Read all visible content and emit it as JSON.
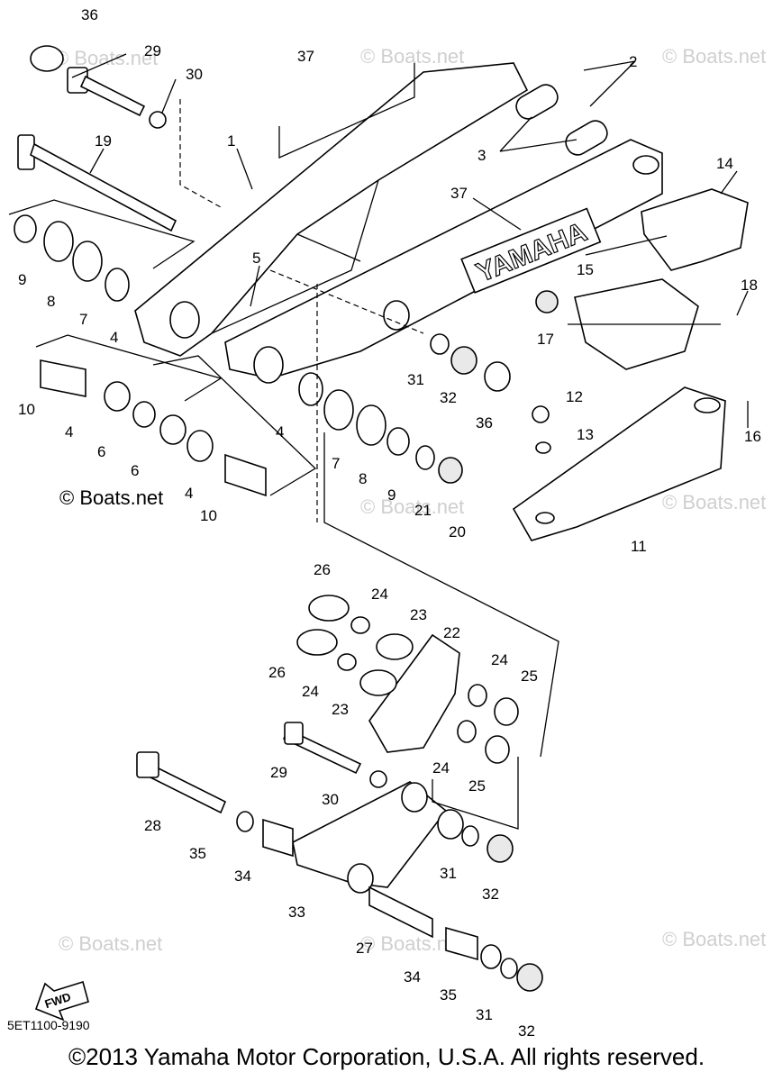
{
  "callouts": {
    "c1": "1",
    "c2": "2",
    "c3": "3",
    "c4a": "4",
    "c4b": "4",
    "c4c": "4",
    "c4d": "4",
    "c5": "5",
    "c6a": "6",
    "c6b": "6",
    "c7a": "7",
    "c7b": "7",
    "c8a": "8",
    "c8b": "8",
    "c9a": "9",
    "c9b": "9",
    "c10a": "10",
    "c10b": "10",
    "c11": "11",
    "c12": "12",
    "c13": "13",
    "c14": "14",
    "c15": "15",
    "c16": "16",
    "c17": "17",
    "c18": "18",
    "c19": "19",
    "c20": "20",
    "c21": "21",
    "c22": "22",
    "c23a": "23",
    "c23b": "23",
    "c24a": "24",
    "c24b": "24",
    "c24c": "24",
    "c24d": "24",
    "c25a": "25",
    "c25b": "25",
    "c26a": "26",
    "c26b": "26",
    "c27": "27",
    "c28": "28",
    "c29a": "29",
    "c29b": "29",
    "c30a": "30",
    "c30b": "30",
    "c31a": "31",
    "c31b": "31",
    "c31c": "31",
    "c32a": "32",
    "c32b": "32",
    "c32c": "32",
    "c33": "33",
    "c34a": "34",
    "c34b": "34",
    "c35a": "35",
    "c35b": "35",
    "c36a": "36",
    "c36b": "36",
    "c37a": "37",
    "c37b": "37"
  },
  "swingarm_logo": "YAMAHA",
  "fwd_label": "FWD",
  "watermark": "© Boats.net",
  "watermark_faint": "© Boats.net",
  "diagram_code": "5ET1100-9190",
  "copyright": "©2013 Yamaha Motor Corporation, U.S.A. All rights reserved."
}
